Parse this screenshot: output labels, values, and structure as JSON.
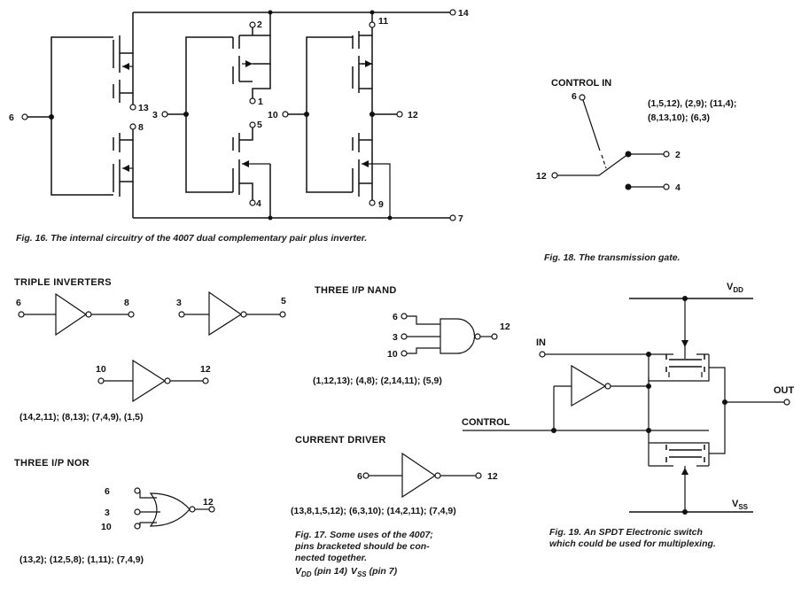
{
  "fig16": {
    "pins": {
      "p14": "14",
      "p2": "2",
      "p11": "11",
      "p13": "13",
      "p1": "1",
      "p6": "6",
      "p3": "3",
      "p10": "10",
      "p12": "12",
      "p8": "8",
      "p5": "5",
      "p4": "4",
      "p9": "9",
      "p7": "7"
    },
    "caption": "Fig. 16. The internal circuitry of the 4007 dual complementary pair plus inverter."
  },
  "fig18": {
    "control_label": "CONTROL IN",
    "pins": {
      "p6": "6",
      "p12": "12",
      "p2": "2",
      "p4": "4"
    },
    "pairs_line1": "(1,5,12), (2,9); (11,4);",
    "pairs_line2": "(8,13,10); (6,3)",
    "caption": "Fig. 18. The transmission gate."
  },
  "fig17": {
    "triple": {
      "heading": "TRIPLE INVERTERS",
      "a_in": "6",
      "a_out": "8",
      "b_in": "3",
      "b_out": "5",
      "c_in": "10",
      "c_out": "12",
      "pairs": "(14,2,11); (8,13); (7,4,9), (1,5)"
    },
    "nand": {
      "heading": "THREE I/P NAND",
      "in1": "6",
      "in2": "3",
      "in3": "10",
      "out": "12",
      "pairs": "(1,12,13); (4,8); (2,14,11); (5,9)"
    },
    "nor": {
      "heading": "THREE I/P NOR",
      "in1": "6",
      "in2": "3",
      "in3": "10",
      "out": "12",
      "pairs": "(13,2); (12,5,8); (1,11); (7,4,9)"
    },
    "driver": {
      "heading": "CURRENT DRIVER",
      "in": "6",
      "out": "12",
      "pairs": "(13,8,1,5,12); (6,3,10); (14,2,11); (7,4,9)"
    },
    "caption_line1": "Fig. 17. Some uses of the 4007;",
    "caption_line2": "pins bracketed should be con-",
    "caption_line3": "nected together.",
    "vdd": "V",
    "vdd_sub": "DD",
    "vdd_pin": "(pin 14)",
    "vss": "V",
    "vss_sub": "SS",
    "vss_pin": "(pin 7)"
  },
  "fig19": {
    "vdd": "V",
    "vdd_sub": "DD",
    "vss": "V",
    "vss_sub": "SS",
    "in_label": "IN",
    "out_label": "OUT",
    "control_label": "CONTROL",
    "caption_line1": "Fig. 19. An SPDT Electronic switch",
    "caption_line2": "which could be used for multiplexing."
  }
}
